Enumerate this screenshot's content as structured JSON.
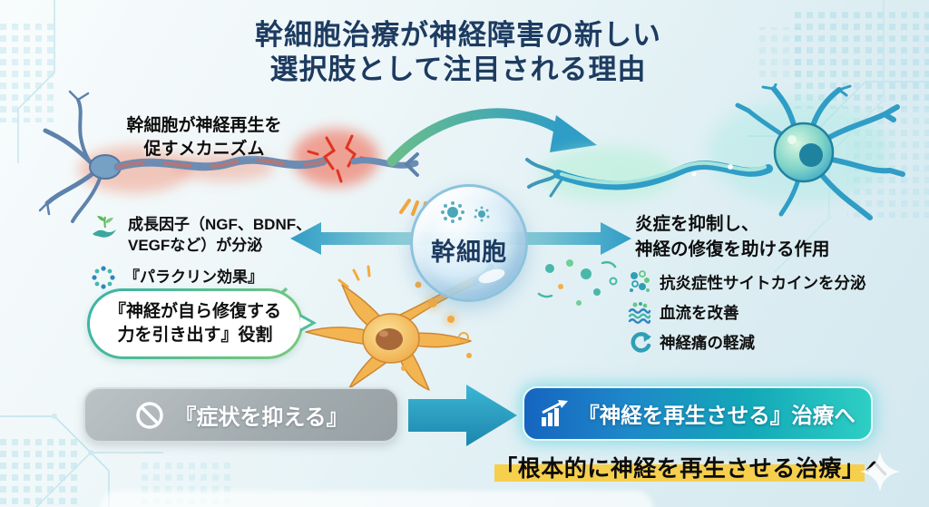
{
  "title": {
    "line1": "幹細胞治療が神経障害の新しい",
    "line2": "選択肢として注目される理由"
  },
  "mechanism_label": {
    "line1": "幹細胞が神経再生を",
    "line2": "促すメカニズム"
  },
  "stem_cell_bubble": {
    "label": "幹細胞"
  },
  "left_points": [
    {
      "icon": "hand-sprout-icon",
      "line1": "成長因子（NGF、BDNF、",
      "line2": "VEGFなど）が分泌"
    },
    {
      "icon": "dotted-circle-icon",
      "text": "『パラクリン効果』"
    }
  ],
  "speech_bubble": {
    "line1": "『神経が自ら修復する",
    "line2": "力を引き出す』役割"
  },
  "right_heading": {
    "line1": "炎症を抑制し、",
    "line2": "神経の修復を助ける作用"
  },
  "right_points": [
    {
      "icon": "cytokine-dots-icon",
      "text": "抗炎症性サイトカインを分泌"
    },
    {
      "icon": "blood-flow-icon",
      "text": "血流を改善"
    },
    {
      "icon": "swirl-arrow-icon",
      "text": "神経痛の軽減"
    }
  ],
  "bottom": {
    "old_treatment_icon": "prohibition-icon",
    "old_treatment": "『症状を抑える』",
    "new_treatment_icon": "growth-chart-icon",
    "new_treatment": "『神経を再生させる』治療へ",
    "conclusion_highlight": "「根本的に神経を再生させる治療」",
    "conclusion_suffix": "へ"
  },
  "illustrations": [
    "damaged-neuron-illustration",
    "healthy-neuron-illustration",
    "yellow-neuron-illustration",
    "stem-cell-bubble-illustration",
    "curved-regeneration-arrow",
    "double-headed-arrow",
    "transition-block-arrow",
    "sparkle-decoration",
    "circuit-board-background"
  ],
  "colors": {
    "title_navy": "#1d3b60",
    "accent_teal": "#2f9dc6",
    "accent_green": "#69bd8c",
    "damage_red": "#e03322",
    "yellow_neuron": "#f3b552",
    "highlight_yellow": "#f6cf4d",
    "old_pill_gray": "#a2abae",
    "new_pill_blue": "#1565c0",
    "new_pill_teal": "#2ecfc4"
  }
}
